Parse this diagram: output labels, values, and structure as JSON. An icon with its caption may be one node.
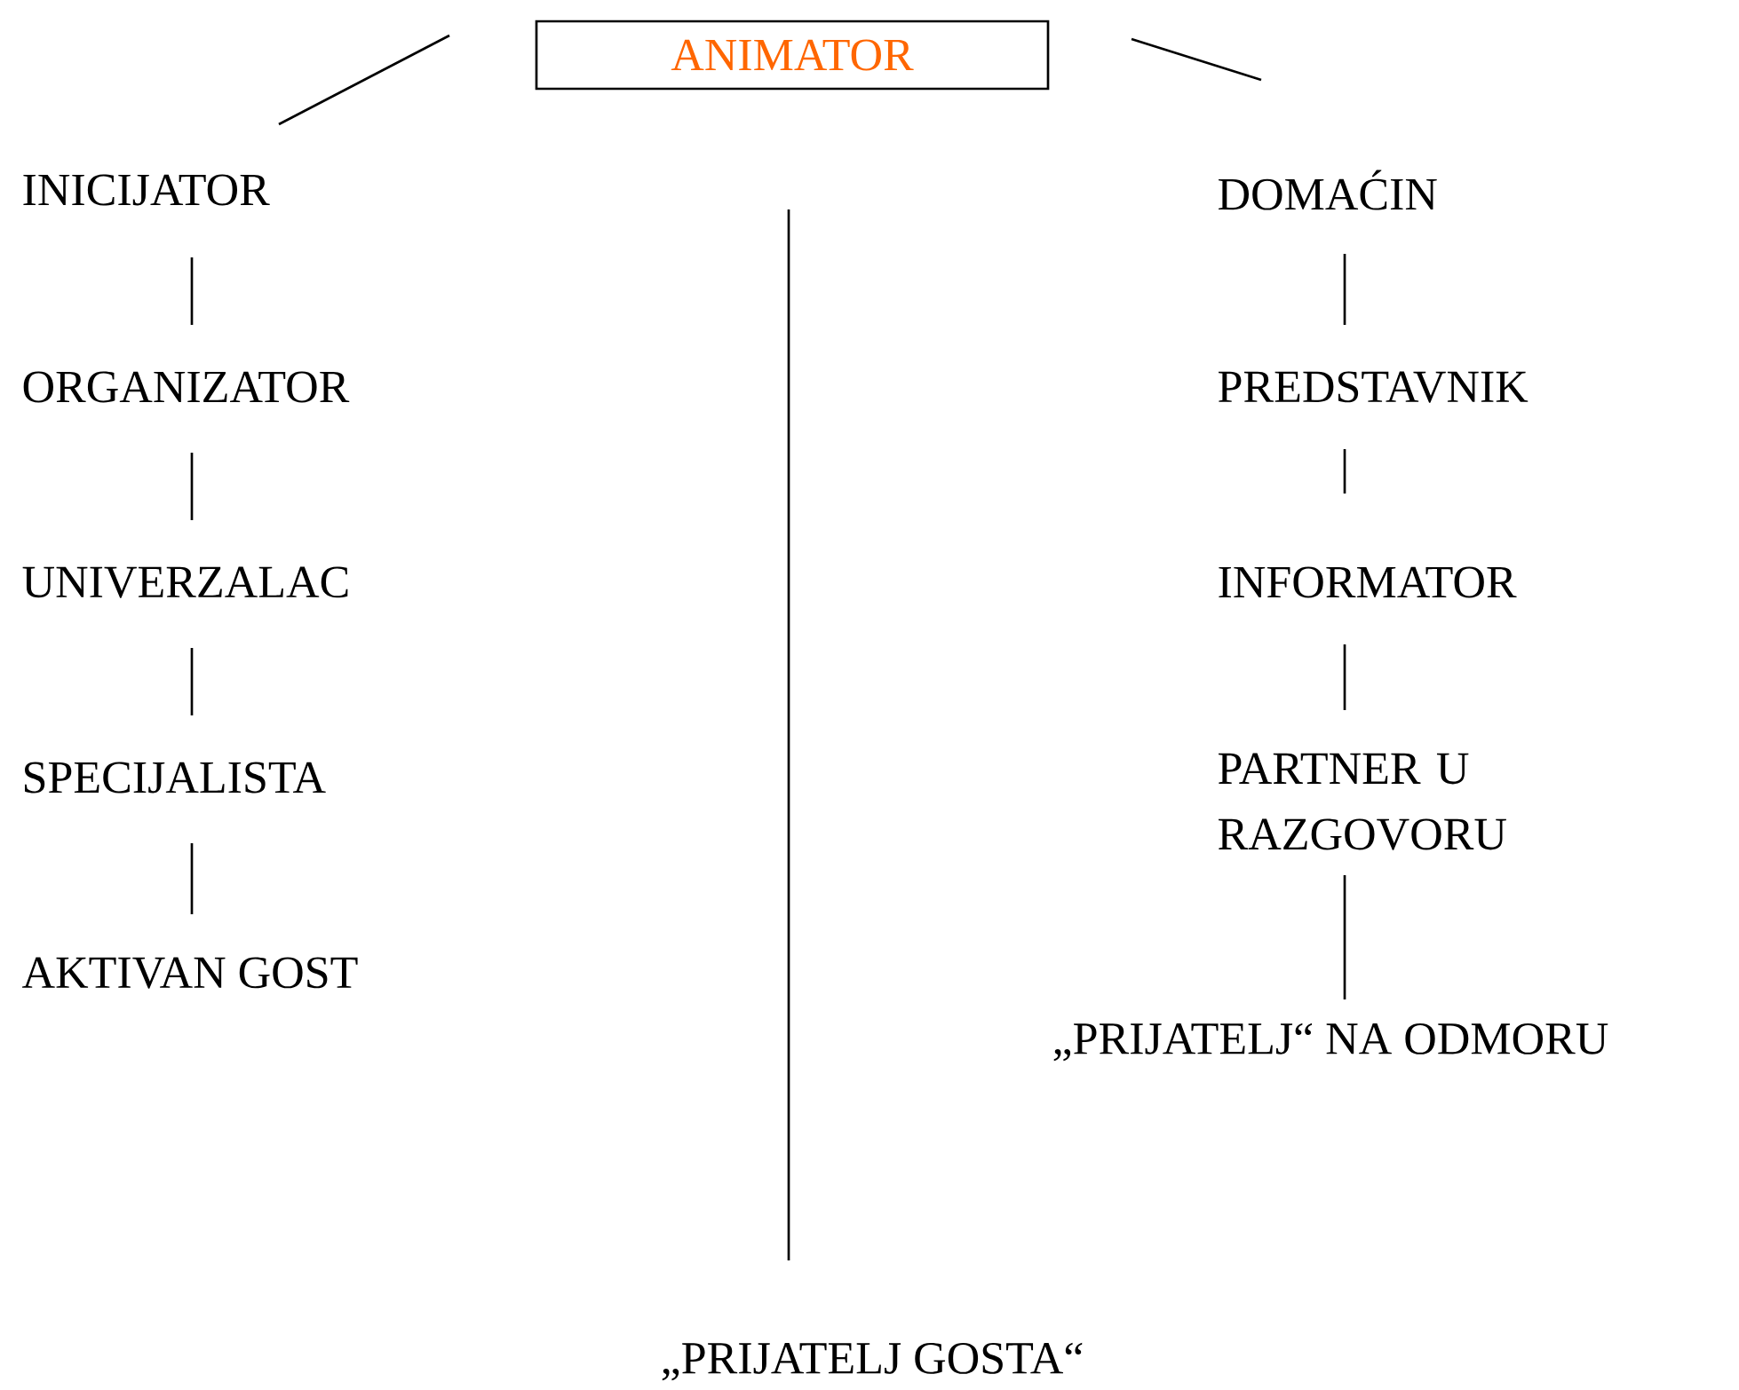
{
  "diagram": {
    "nodes": [
      {
        "text": [
          "ANIMATOR"
        ]
      },
      {
        "text": [
          "INICIJATOR"
        ]
      },
      {
        "text": [
          "ORGANIZATOR"
        ]
      },
      {
        "text": [
          "UNIVERZALAC"
        ]
      },
      {
        "text": [
          "SPECIJALISTA"
        ]
      },
      {
        "text": [
          "AKTIVAN GOST"
        ]
      },
      {
        "text": [
          "DOMAĆIN"
        ]
      },
      {
        "text": [
          "PREDSTAVNIK"
        ]
      },
      {
        "text": [
          "INFORMATOR"
        ]
      },
      {
        "text": [
          "PARTNER U RAZGOVORU"
        ]
      },
      {
        "text": [
          "„PRIJATELJ“ NA ODMORU"
        ]
      },
      {
        "text": [
          "„PRIJATELJ GOSTA“"
        ]
      }
    ],
    "edges": [
      {
        "from": 0,
        "to": 1,
        "arrow": "none"
      },
      {
        "from": 0,
        "to": 6,
        "arrow": "none"
      },
      {
        "from": 0,
        "to": 11,
        "arrow": "none"
      },
      {
        "from": 1,
        "to": 2,
        "arrow": "none"
      },
      {
        "from": 2,
        "to": 3,
        "arrow": "none"
      },
      {
        "from": 3,
        "to": 4,
        "arrow": "none"
      },
      {
        "from": 4,
        "to": 5,
        "arrow": "none"
      },
      {
        "from": 6,
        "to": 7,
        "arrow": "none"
      },
      {
        "from": 7,
        "to": 8,
        "arrow": "none"
      },
      {
        "from": 8,
        "to": 9,
        "arrow": "none"
      },
      {
        "from": 9,
        "to": 10,
        "arrow": "none"
      }
    ]
  }
}
